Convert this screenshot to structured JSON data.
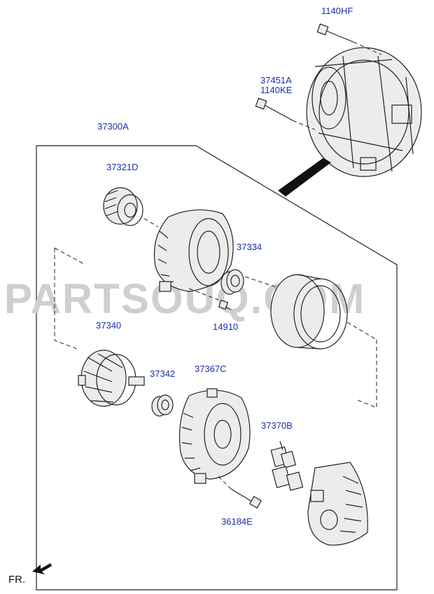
{
  "watermark": "PARTSOUQ.COM",
  "parts": [
    {
      "id": "1140HF"
    },
    {
      "id": "37451A"
    },
    {
      "id": "1140KE"
    },
    {
      "id": "37300A"
    },
    {
      "id": "37321D"
    },
    {
      "id": "37334"
    },
    {
      "id": "14910"
    },
    {
      "id": "37340"
    },
    {
      "id": "37342"
    },
    {
      "id": "37367C"
    },
    {
      "id": "37370B"
    },
    {
      "id": "36184E"
    }
  ],
  "direction": {
    "label": "FR."
  },
  "colors": {
    "label": "#1a2fb0",
    "line": "#222222",
    "watermark": "#cfcfcf"
  }
}
